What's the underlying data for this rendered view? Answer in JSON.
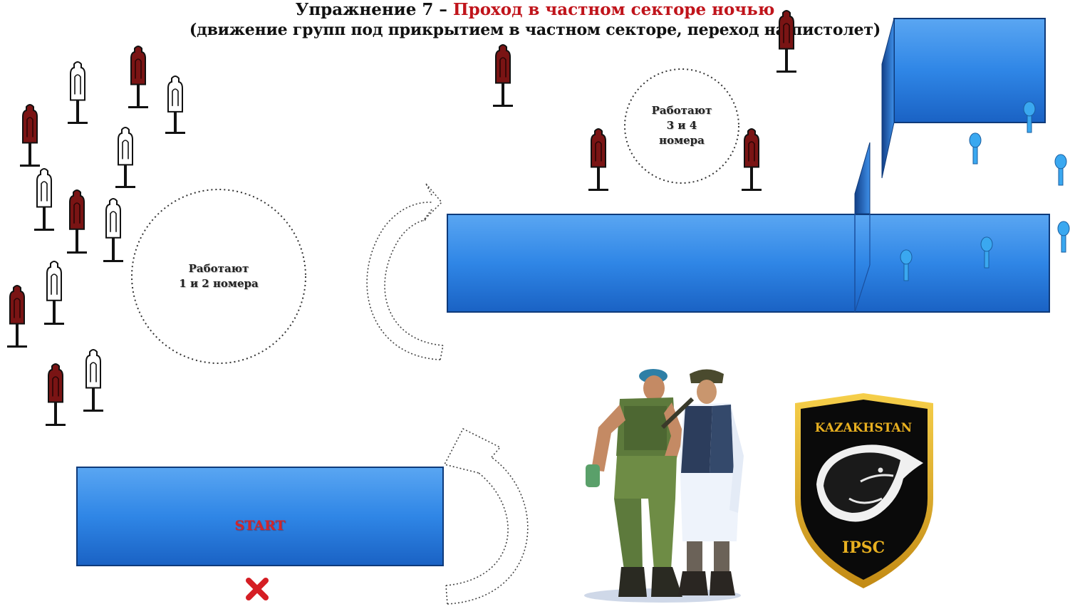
{
  "title": {
    "prefix": "Упражнение 7 – ",
    "highlight": "Проход в частном секторе ночью",
    "subtitle": "(движение групп под прикрытием в частном секторе, переход на пистолет)"
  },
  "zones": {
    "zone_a": {
      "line1": "Работают",
      "line2": "1 и 2 номера"
    },
    "zone_b": {
      "line1": "Работают",
      "line2": "3 и 4",
      "line3": "номера"
    }
  },
  "start": {
    "label": "START"
  },
  "emblem": {
    "top_text": "KAZAKHSTAN",
    "bottom_text": "IPSC"
  },
  "colors": {
    "title_highlight": "#c0141b",
    "barrier_blue": "#2f86e6",
    "barrier_edge": "#0e3a7a",
    "target_red": "#7a1414",
    "target_white": "#ffffff",
    "target_blue": "#3aa8f0",
    "start_text": "#d1262b",
    "emblem_gold": "#e8b020"
  }
}
